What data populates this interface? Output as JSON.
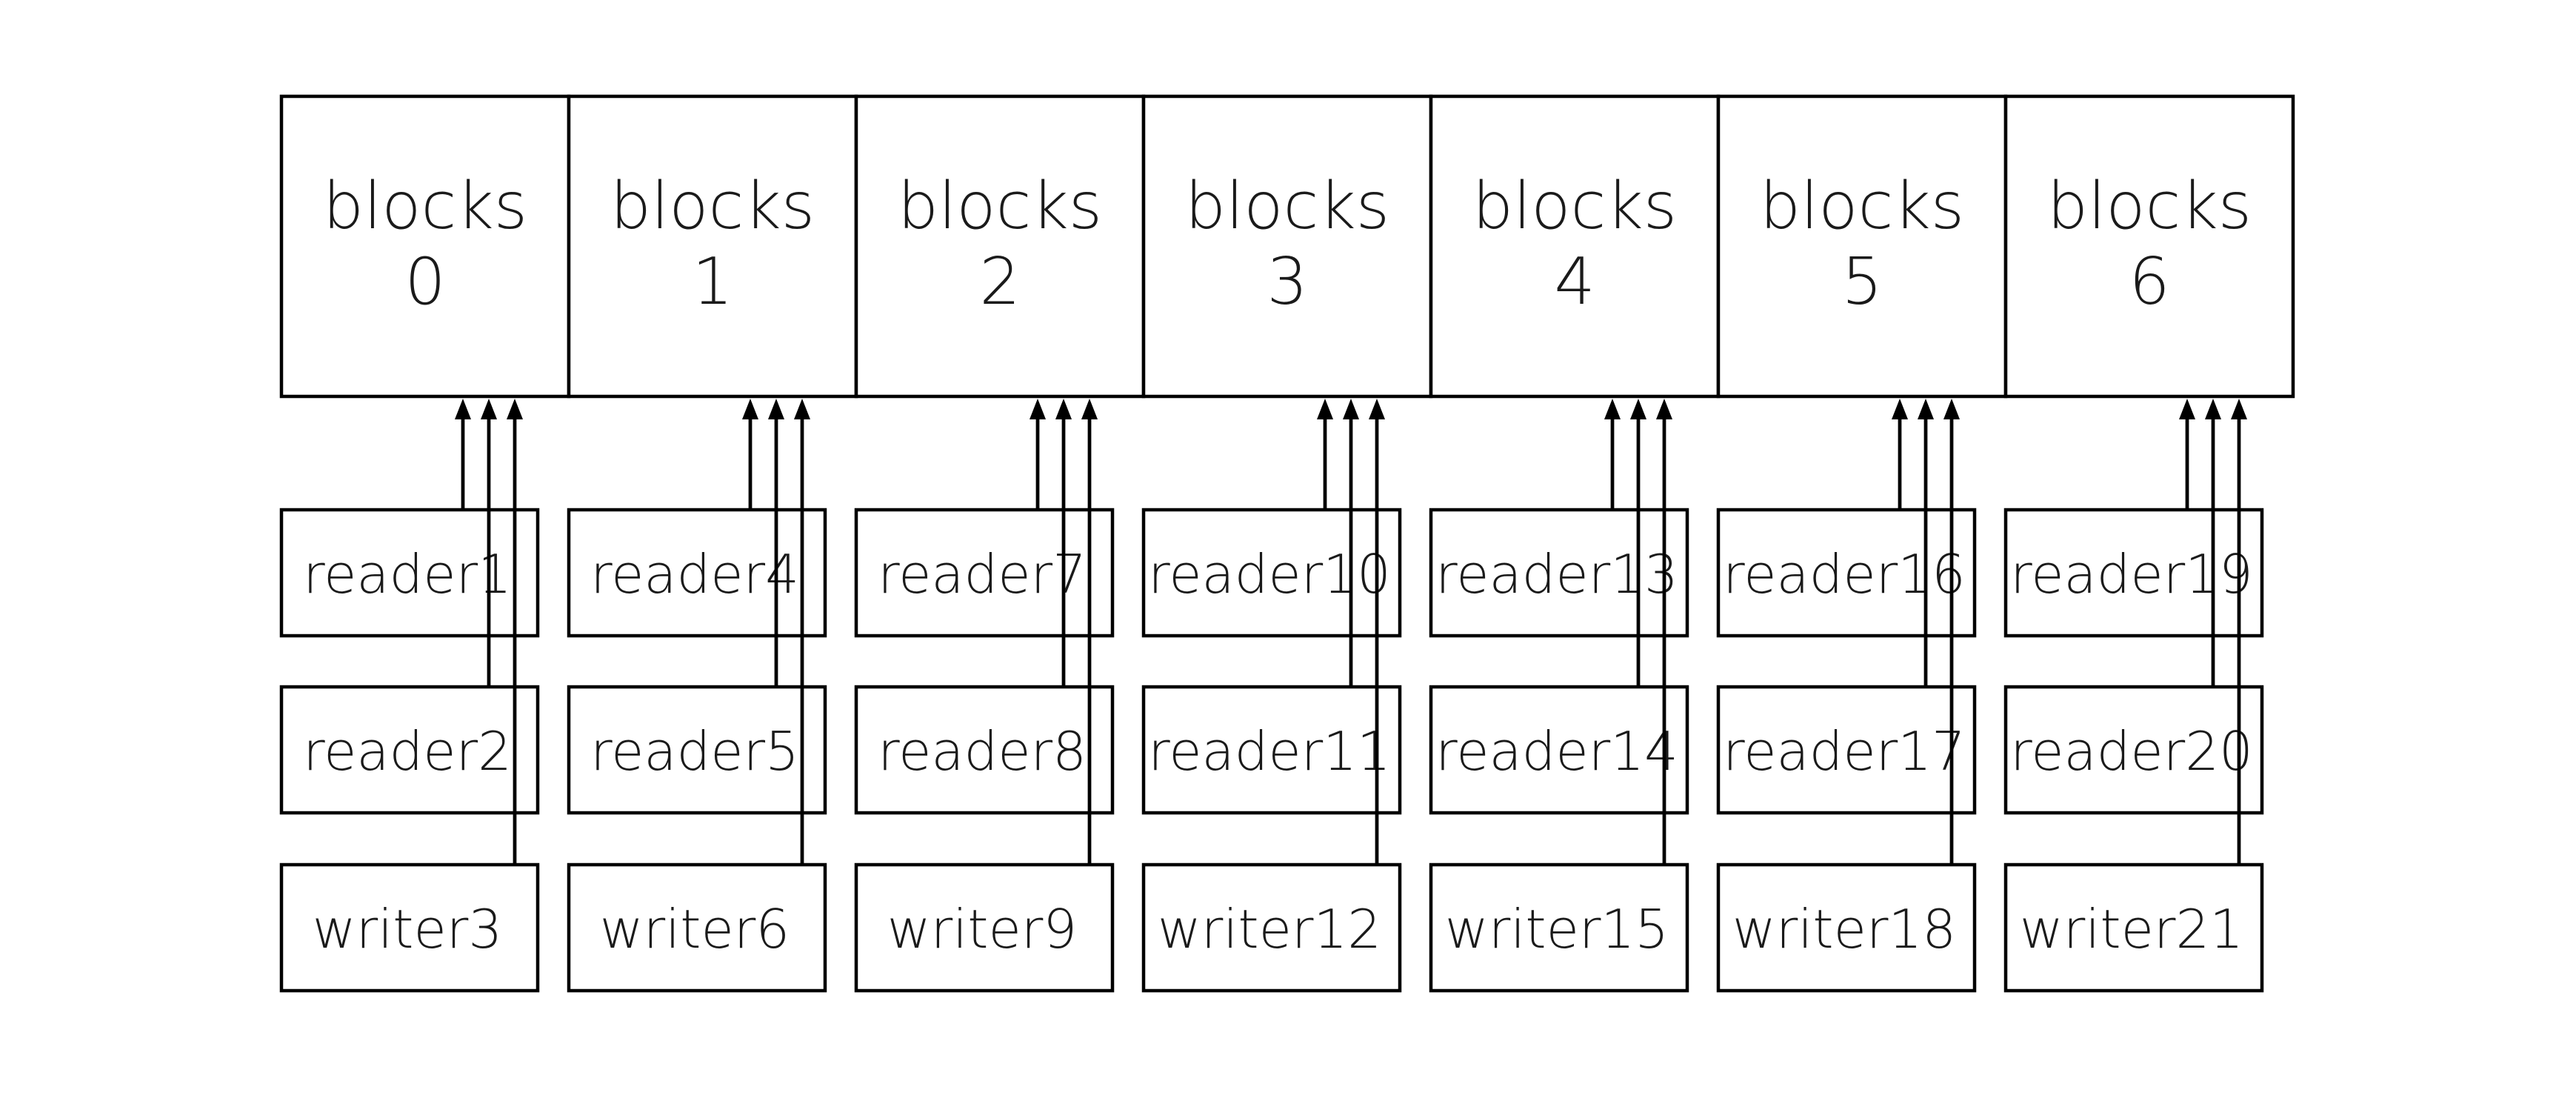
{
  "diagram": {
    "blocks": [
      {
        "label": [
          "blocks",
          "0"
        ]
      },
      {
        "label": [
          "blocks",
          "1"
        ]
      },
      {
        "label": [
          "blocks",
          "2"
        ]
      },
      {
        "label": [
          "blocks",
          "3"
        ]
      },
      {
        "label": [
          "blocks",
          "4"
        ]
      },
      {
        "label": [
          "blocks",
          "5"
        ]
      },
      {
        "label": [
          "blocks",
          "6"
        ]
      }
    ],
    "columns": [
      {
        "clients": [
          "reader1",
          "reader2",
          "writer3"
        ]
      },
      {
        "clients": [
          "reader4",
          "reader5",
          "writer6"
        ]
      },
      {
        "clients": [
          "reader7",
          "reader8",
          "writer9"
        ]
      },
      {
        "clients": [
          "reader10",
          "reader11",
          "writer12"
        ]
      },
      {
        "clients": [
          "reader13",
          "reader14",
          "writer15"
        ]
      },
      {
        "clients": [
          "reader16",
          "reader17",
          "writer18"
        ]
      },
      {
        "clients": [
          "reader19",
          "reader20",
          "writer21"
        ]
      }
    ],
    "edges": "each client points to the block in its column"
  }
}
